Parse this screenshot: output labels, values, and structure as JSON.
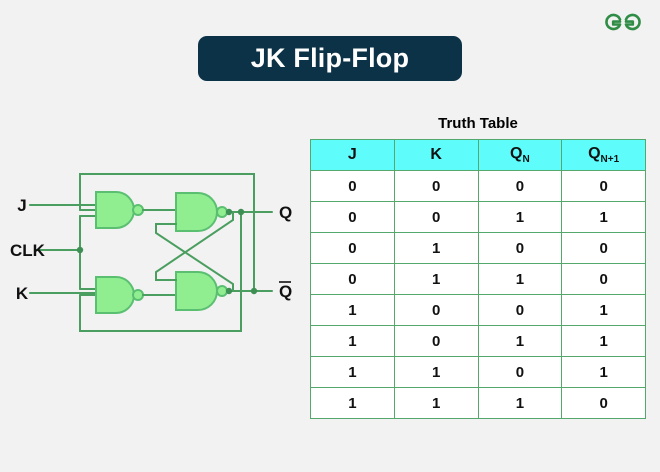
{
  "page": {
    "background_color": "#f2f2f2"
  },
  "logo": {
    "name": "geeksforgeeks-logo",
    "color": "#2f8d46"
  },
  "title": {
    "text": "JK Flip-Flop",
    "background_color": "#0b3246",
    "text_color": "#ffffff"
  },
  "diagram": {
    "name": "jk-flip-flop-nand-circuit",
    "wire_color": "#4a9e5f",
    "gate_fill": "#90ee90",
    "gate_stroke": "#5bbf72",
    "input_labels": [
      "J",
      "CLK",
      "K"
    ],
    "output_labels": [
      "Q",
      "Q"
    ],
    "output_overbar": [
      false,
      true
    ],
    "gates": [
      {
        "name": "nand-gate-1",
        "inputs": 3
      },
      {
        "name": "nand-gate-2",
        "inputs": 3
      },
      {
        "name": "nand-gate-3",
        "inputs": 2
      },
      {
        "name": "nand-gate-4",
        "inputs": 2
      }
    ]
  },
  "table": {
    "caption": "Truth Table",
    "header_background": "#5ffcfc",
    "border_color": "#55a86b",
    "columns": [
      {
        "label": "J",
        "sub": ""
      },
      {
        "label": "K",
        "sub": ""
      },
      {
        "label": "Q",
        "sub": "N"
      },
      {
        "label": "Q",
        "sub": "N+1"
      }
    ],
    "rows": [
      [
        "0",
        "0",
        "0",
        "0"
      ],
      [
        "0",
        "0",
        "1",
        "1"
      ],
      [
        "0",
        "1",
        "0",
        "0"
      ],
      [
        "0",
        "1",
        "1",
        "0"
      ],
      [
        "1",
        "0",
        "0",
        "1"
      ],
      [
        "1",
        "0",
        "1",
        "1"
      ],
      [
        "1",
        "1",
        "0",
        "1"
      ],
      [
        "1",
        "1",
        "1",
        "0"
      ]
    ]
  },
  "chart_data": {
    "type": "table",
    "title": "Truth Table",
    "categories": [
      "J",
      "K",
      "QN",
      "QN+1"
    ],
    "rows": [
      [
        0,
        0,
        0,
        0
      ],
      [
        0,
        0,
        1,
        1
      ],
      [
        0,
        1,
        0,
        0
      ],
      [
        0,
        1,
        1,
        0
      ],
      [
        1,
        0,
        0,
        1
      ],
      [
        1,
        0,
        1,
        1
      ],
      [
        1,
        1,
        0,
        1
      ],
      [
        1,
        1,
        1,
        0
      ]
    ]
  }
}
